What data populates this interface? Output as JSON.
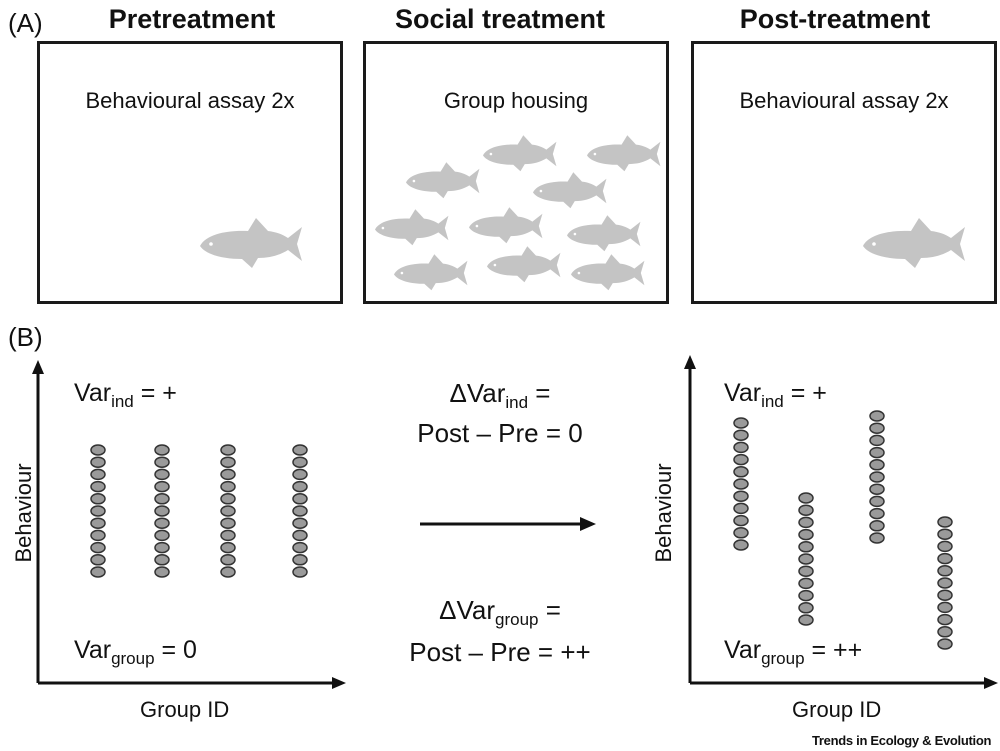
{
  "panel_a": {
    "label": "(A)",
    "headings": [
      "Pretreatment",
      "Social treatment",
      "Post-treatment"
    ],
    "captions": [
      "Behavioural assay 2x",
      "Group housing",
      "Behavioural assay 2x"
    ]
  },
  "panel_b": {
    "label": "(B)",
    "left": {
      "ylabel": "Behaviour",
      "xlabel": "Group ID",
      "var_ind_base": "Var",
      "var_ind_sub": "ind",
      "var_ind_value": " = +",
      "var_group_base": "Var",
      "var_group_sub": "group",
      "var_group_value": " = 0"
    },
    "center": {
      "delta_ind_base": "ΔVar",
      "delta_ind_sub": "ind",
      "delta_ind_eq": " =",
      "delta_ind_line2": "Post – Pre = 0",
      "delta_group_base": "ΔVar",
      "delta_group_sub": "group",
      "delta_group_eq": " =",
      "delta_group_line2": "Post – Pre = ++"
    },
    "right": {
      "ylabel": "Behaviour",
      "xlabel": "Group ID",
      "var_ind_base": "Var",
      "var_ind_sub": "ind",
      "var_ind_value": " = +",
      "var_group_base": "Var",
      "var_group_sub": "group",
      "var_group_value": " = ++"
    }
  },
  "footer": "Trends in Ecology & Evolution",
  "colors": {
    "fish": "#c4c4c4",
    "dot_fill": "#9a9a9a",
    "dot_stroke": "#333333",
    "line": "#111111"
  }
}
